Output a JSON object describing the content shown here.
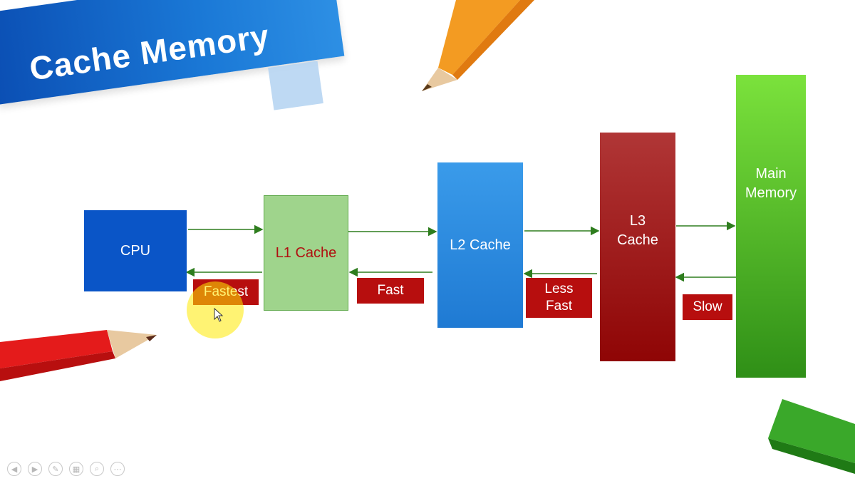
{
  "slide": {
    "title": "Cache Memory"
  },
  "blocks": {
    "cpu": "CPU",
    "l1": "L1 Cache",
    "l2": "L2 Cache",
    "l3": "L3\nCache",
    "main_memory": "Main\nMemory"
  },
  "speed_labels": {
    "fastest": "Fastest",
    "fast": "Fast",
    "less_fast": "Less\nFast",
    "slow": "Slow"
  },
  "colors": {
    "banner_blue": "#0b4fb4",
    "cpu_blue": "#0a55c7",
    "l1_green": "#9fd48c",
    "l2_blue": "#2f8ce0",
    "l3_red": "#9e1d1d",
    "memory_green": "#4fb52a",
    "label_red": "#b70e0e",
    "arrow_green": "#2e7d1e",
    "highlight_yellow": "#ffea00"
  },
  "controls": [
    {
      "icon": "previous-slide-icon",
      "glyph": "◀"
    },
    {
      "icon": "next-slide-icon",
      "glyph": "▶"
    },
    {
      "icon": "pen-icon",
      "glyph": "✎"
    },
    {
      "icon": "slides-grid-icon",
      "glyph": "▦"
    },
    {
      "icon": "zoom-icon",
      "glyph": "⌕"
    },
    {
      "icon": "more-options-icon",
      "glyph": "⋯"
    }
  ]
}
